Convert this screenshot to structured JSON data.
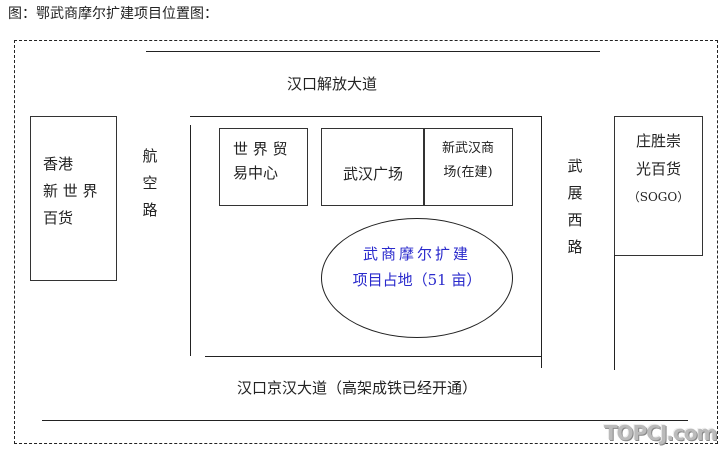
{
  "title": "图：鄂武商摩尔扩建项目位置图：",
  "roads": {
    "top": "汉口解放大道",
    "left": "航空路",
    "right": "武展西路",
    "bottom": "汉口京汉大道（高架成铁已经开通）"
  },
  "buildings": {
    "hk_new_world": [
      "香港",
      "新 世 界",
      "百货"
    ],
    "world_trade": [
      "世 界 贸",
      "易中心"
    ],
    "wuhan_plaza": "武汉广场",
    "new_wuhan_mall": [
      "新武汉商",
      "场(在建)"
    ],
    "sogo": [
      "庄胜崇",
      "光百货",
      "（SOGO）"
    ]
  },
  "project": [
    "武商摩尔扩建",
    "项目占地（51 亩）"
  ],
  "project_color": "#2a2acc",
  "watermark": "TOPCJ.com"
}
